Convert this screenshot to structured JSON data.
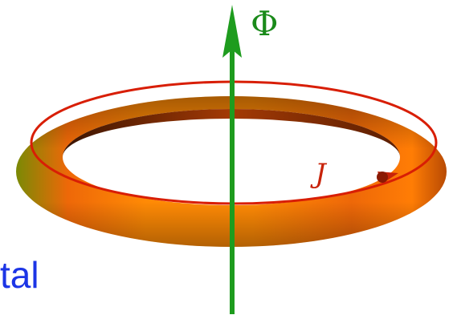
{
  "labels": {
    "flux": "Φ",
    "current": "J",
    "corner_text": "tal"
  },
  "colors": {
    "flux_arrow": "#1e9c1e",
    "flux_label": "#1a8a1a",
    "current_loop": "#d81e05",
    "current_label": "#c8230a",
    "ring_light": "#ff8a05",
    "ring_mid": "#ee6808",
    "ring_dark": "#8a2a04",
    "ring_olive": "#7a8a05",
    "corner_text": "#1c35e6"
  }
}
